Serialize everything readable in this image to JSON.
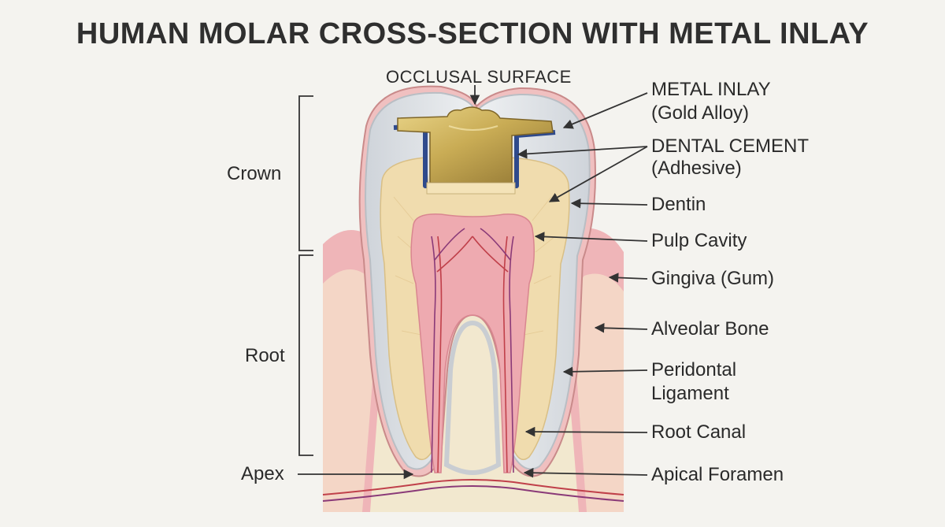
{
  "title": "HUMAN MOLAR CROSS-SECTION WITH METAL INLAY",
  "labels": {
    "occlusal_surface": "OCCLUSAL SURFACE",
    "metal_inlay": "METAL INLAY",
    "metal_inlay_sub": "(Gold Alloy)",
    "dental_cement": "DENTAL CEMENT",
    "dental_cement_sub": "(Adhesive)",
    "dentin": "Dentin",
    "pulp_cavity": "Pulp Cavity",
    "gingiva": "Gingiva (Gum)",
    "alveolar_bone": "Alveolar Bone",
    "periodontal_ligament_1": "Peridontal",
    "periodontal_ligament_2": "Ligament",
    "root_canal": "Root Canal",
    "apical_foramen": "Apical Foramen",
    "crown": "Crown",
    "root": "Root",
    "apex": "Apex"
  },
  "colors": {
    "enamel": "#e3e6ea",
    "dentin": "#f0dcae",
    "pulp": "#eeaab0",
    "gold": "#c9ac55",
    "cement": "#2f4a8c",
    "gum": "#efb5b8",
    "bone": "#f2e8cf",
    "line": "#333333"
  }
}
